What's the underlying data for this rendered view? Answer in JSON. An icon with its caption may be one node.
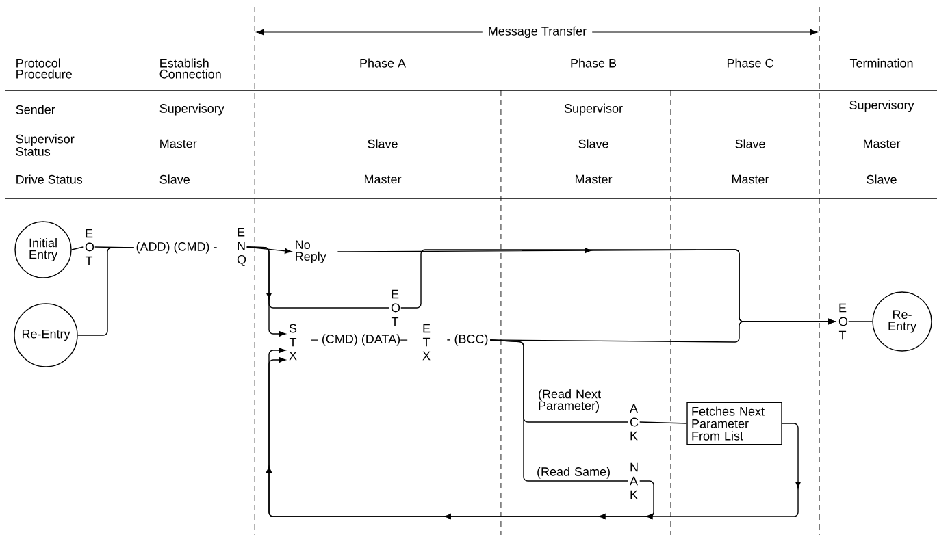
{
  "diagram": {
    "nodes": [
      {
        "text": [
          "Initial Entry"
        ]
      },
      {
        "text": [
          "E O T"
        ]
      },
      {
        "text": [
          "(ADD) (CMD) -"
        ]
      },
      {
        "text": [
          "E N Q"
        ]
      },
      {
        "text": [
          "Re-Entry"
        ]
      },
      {
        "text": [
          "No Reply"
        ]
      },
      {
        "text": [
          "E O T"
        ]
      },
      {
        "text": [
          "Re-Entry"
        ]
      },
      {
        "text": [
          "E O T"
        ]
      },
      {
        "text": [
          "S T X"
        ]
      },
      {
        "text": [
          "– (CMD) (DATA)–"
        ]
      },
      {
        "text": [
          "E T X"
        ]
      },
      {
        "text": [
          "- (BCC)"
        ]
      },
      {
        "text": [
          "A C K"
        ]
      },
      {
        "text": [
          "N A K"
        ]
      },
      {
        "text": [
          "Fetches Next Parameter From List"
        ]
      }
    ],
    "edges": [
      {
        "from": 0,
        "to": 1,
        "arrow": "none"
      },
      {
        "from": 1,
        "to": 2,
        "arrow": "none"
      },
      {
        "from": 4,
        "to": 2,
        "arrow": "none"
      },
      {
        "from": 3,
        "to": 5,
        "arrow": "to"
      },
      {
        "from": 3,
        "to": 9,
        "arrow": "to"
      },
      {
        "from": 3,
        "to": 6,
        "arrow": "none"
      },
      {
        "from": 5,
        "to": 8,
        "arrow": "to"
      },
      {
        "from": 6,
        "to": 8,
        "arrow": "to"
      },
      {
        "from": 12,
        "to": 8,
        "arrow": "to"
      },
      {
        "from": 8,
        "to": 7,
        "arrow": "none"
      },
      {
        "from": 12,
        "to": 13,
        "arrow": "none",
        "label": "(Read Next Parameter)"
      },
      {
        "from": 12,
        "to": 14,
        "arrow": "none",
        "label": "(Read Same)"
      },
      {
        "from": 13,
        "to": 15,
        "arrow": "none"
      },
      {
        "from": 15,
        "to": 9,
        "arrow": "to"
      },
      {
        "from": 14,
        "to": 9,
        "arrow": "to"
      }
    ],
    "labels": [
      "Message Transfer",
      "Protocol Procedure",
      "Establish Connection",
      "Phase A",
      "Phase B",
      "Phase C",
      "Termination",
      "Sender",
      "Supervisory",
      "Supervisor",
      "Supervisory",
      "Supervisor Status",
      "Master",
      "Slave",
      "Slave",
      "Slave",
      "Master",
      "Drive Status",
      "Slave",
      "Master",
      "Master",
      "Master",
      "Slave"
    ]
  }
}
